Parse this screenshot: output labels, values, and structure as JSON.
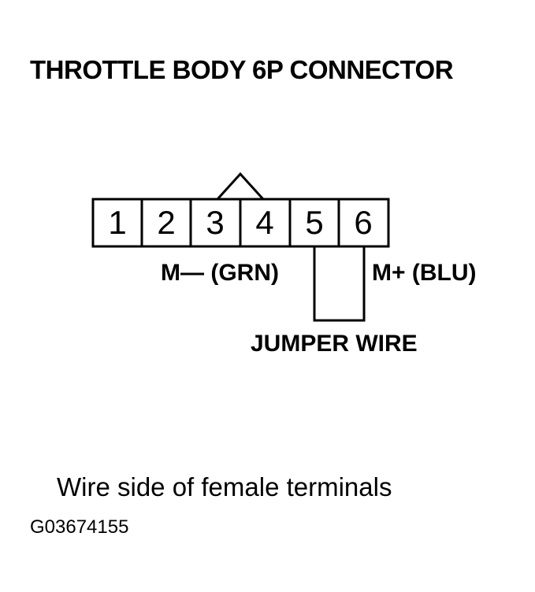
{
  "diagram": {
    "title": "THROTTLE BODY 6P CONNECTOR",
    "pins": [
      "1",
      "2",
      "3",
      "4",
      "5",
      "6"
    ],
    "label_m_minus": "M— (GRN)",
    "label_m_plus": "M+ (BLU)",
    "jumper_label": "JUMPER WIRE",
    "caption": "Wire side of female terminals",
    "figure_code": "G03674155"
  }
}
